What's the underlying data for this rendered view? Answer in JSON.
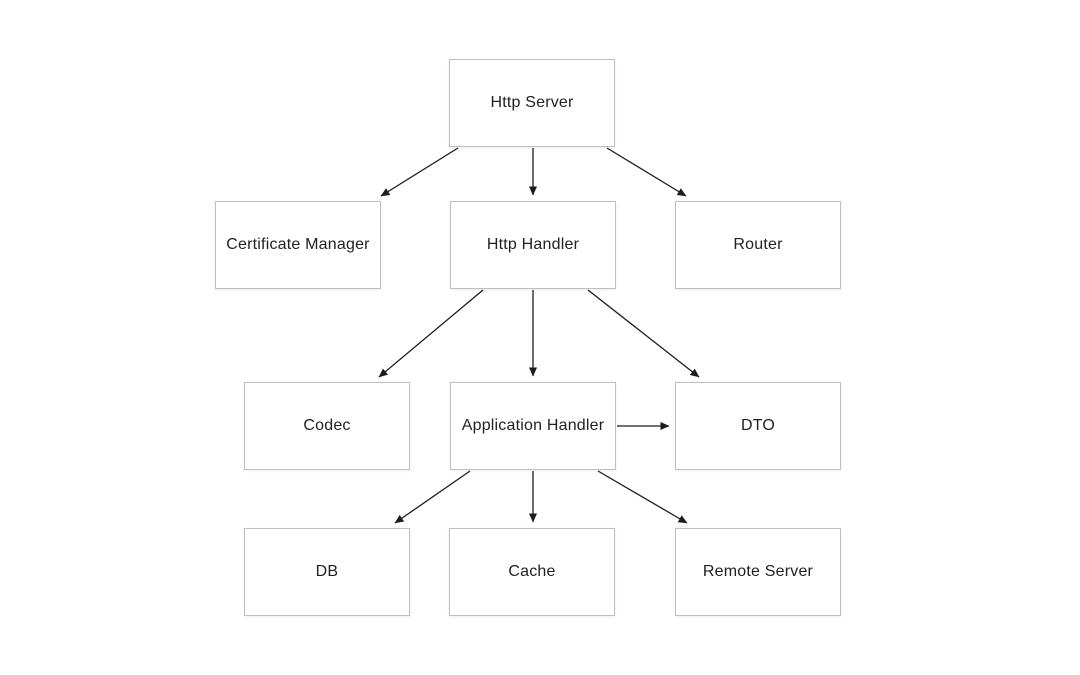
{
  "diagram": {
    "type": "architecture-flow-diagram",
    "nodes": [
      {
        "id": "http-server",
        "label": "Http Server"
      },
      {
        "id": "certificate-manager",
        "label": "Certificate Manager"
      },
      {
        "id": "http-handler",
        "label": "Http Handler"
      },
      {
        "id": "router",
        "label": "Router"
      },
      {
        "id": "codec",
        "label": "Codec"
      },
      {
        "id": "application-handler",
        "label": "Application Handler"
      },
      {
        "id": "dto",
        "label": "DTO"
      },
      {
        "id": "db",
        "label": "DB"
      },
      {
        "id": "cache",
        "label": "Cache"
      },
      {
        "id": "remote-server",
        "label": "Remote Server"
      }
    ],
    "edges": [
      {
        "from": "http-server",
        "to": "certificate-manager"
      },
      {
        "from": "http-server",
        "to": "http-handler"
      },
      {
        "from": "http-server",
        "to": "router"
      },
      {
        "from": "http-handler",
        "to": "codec"
      },
      {
        "from": "http-handler",
        "to": "application-handler"
      },
      {
        "from": "http-handler",
        "to": "dto"
      },
      {
        "from": "application-handler",
        "to": "dto"
      },
      {
        "from": "application-handler",
        "to": "db"
      },
      {
        "from": "application-handler",
        "to": "cache"
      },
      {
        "from": "application-handler",
        "to": "remote-server"
      }
    ],
    "colors": {
      "background": "#ffffff",
      "node_fill": "#ffffff",
      "node_border": "#bfbfbf",
      "edge": "#1c1c1c",
      "text": "#222222"
    }
  }
}
